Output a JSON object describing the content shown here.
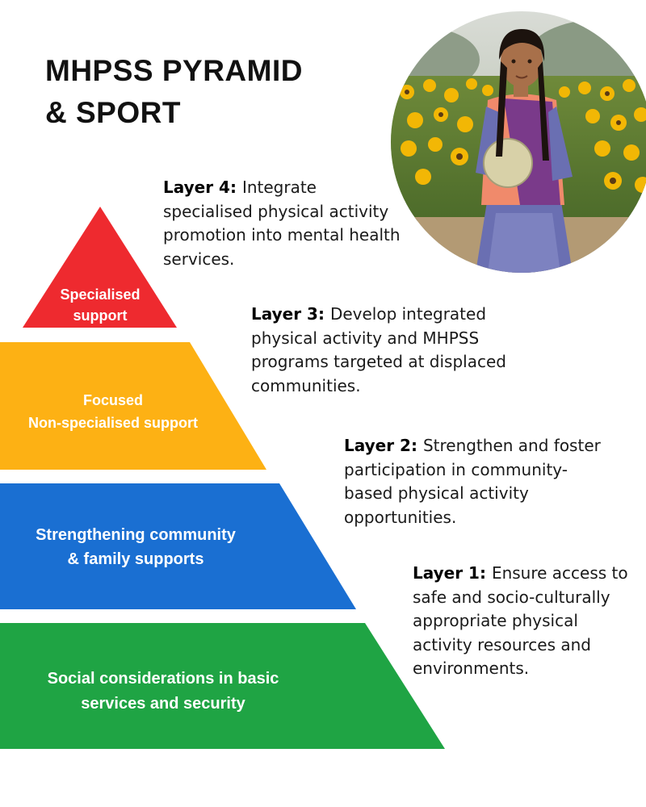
{
  "title": {
    "line1": "MHPSS PYRAMID",
    "line2": "& SPORT"
  },
  "colors": {
    "layer4": "#ee2a2f",
    "layer3": "#fdb114",
    "layer2": "#1a6fd2",
    "layer1": "#1fa444",
    "label_text": "#ffffff"
  },
  "pyramid": {
    "layer4": {
      "line1": "Specialised",
      "line2": "support"
    },
    "layer3": {
      "line1": "Focused",
      "line2": "Non-specialised support"
    },
    "layer2": {
      "line1": "Strengthening community",
      "line2": "& family supports"
    },
    "layer1": {
      "line1": "Social considerations in basic",
      "line2": "services and security"
    }
  },
  "layers": [
    {
      "heading": "Layer 4:",
      "body": "Integrate specialised physical activity promotion into mental health services."
    },
    {
      "heading": "Layer 3:",
      "body": "Develop integrated physical activity and MHPSS programs targeted at displaced communities."
    },
    {
      "heading": "Layer 2:",
      "body": "Strengthen and foster participation in community-based physical activity opportunities."
    },
    {
      "heading": "Layer 1:",
      "body": "Ensure access to safe and socio-culturally appropriate physical activity resources and environments."
    }
  ],
  "photo": {
    "icon": "girl-with-ball-sunflower-field-photo"
  }
}
